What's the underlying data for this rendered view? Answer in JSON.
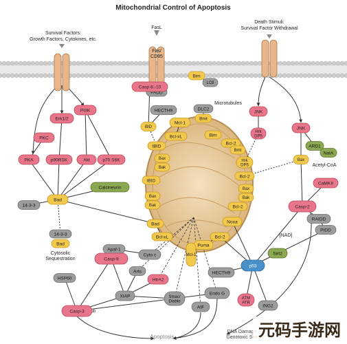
{
  "title": "Mitochondrial Control of Apoptosis",
  "top_labels": {
    "survival_line1": "Survival Factors:",
    "survival_line2": "Growth Factors, Cytokines, etc.",
    "fasl": "FasL",
    "fas": "Fas/",
    "cd95": "CD95",
    "death_line1": "Death Stimuli:",
    "death_line2": "Survival Factor Withdrawal"
  },
  "labels": {
    "microtubules": "Microtubules",
    "cytosolic_line1": "Cytosolic",
    "cytosolic_line2": "Sequestration",
    "nad": "[NAD]",
    "acetyl_coa": "Acetyl-CoA",
    "ub": "ub",
    "dna_line1": "DNA Damage",
    "dna_line2": "Genotoxic Stress",
    "apoptosis": "Apoptosis"
  },
  "nodes": {
    "fadd": "FADD",
    "casp8": "Casp-8,-10",
    "pkc": "PKC",
    "erk": "Erk1/2",
    "pi3k": "PI3K",
    "pka": "PKA",
    "p90rsk": "p90RSK",
    "akt": "Akt",
    "p70s6k": "p70 S6K",
    "bad": "Bad",
    "calcineurin": "Calcineurin",
    "p1433": "14-3-3",
    "seq1433": "14-3-3",
    "seqbad": "Bad",
    "hecth9": "HECTH9",
    "bid": "BID",
    "mcl1": "Mcl-1",
    "bclxl_top": "Bcl-xL",
    "tbid1": "tBID",
    "bax1": "Bax",
    "bak1": "Bak",
    "tbid2": "tBID",
    "bax2": "Bax",
    "bak2": "Bak",
    "bad2": "Bad",
    "bclxl2": "Bcl-xL",
    "bim": "Bim",
    "lc8": "LC8",
    "dlc2": "DLC2",
    "bmt": "Bmt",
    "bim2": "Bim",
    "bcl2_1": "Bcl-2",
    "bmt2": "Bmt",
    "jnk_upper": "JNK",
    "hrk_dp5": "Hrk\nDP5",
    "hrk2": "Hrk\nDP5",
    "bcl2_2": "Bcl-2",
    "bax3": "Bax",
    "bak3": "Bak",
    "bcl2_3": "Bcl-2",
    "noxa": "Noxa",
    "puma": "Puma",
    "bcl2_4": "Bcl-2",
    "jnk_right": "JNK",
    "ard1": "ARD1",
    "nata": "NatA",
    "bax4": "Bax",
    "camkii": "CaMKII",
    "casp2": "Casp-2",
    "raidd": "RAIDD",
    "pidd": "PIDD",
    "sirt2": "Sirt2",
    "p53": "p53",
    "hecth9_2": "HECTH9",
    "endog": "Endo G",
    "aif": "AIF",
    "smac": "Smac/\nDiablo",
    "htra2": "HtrA2",
    "arts": "Arts",
    "xiap": "XIAP",
    "apaf1": "Apaf-1",
    "casp9": "Casp-9",
    "cytoc": "Cyto c",
    "mcl1_2": "Mcl-1",
    "hsp60": "HSP60",
    "casp3": "Casp-3",
    "atm": "ATM\nATR",
    "ing2": "ING2"
  },
  "watermark": "元码手游网",
  "colors": {
    "pink": "#e8758a",
    "gray": "#9c9c9c",
    "yellow": "#f2c94c",
    "green": "#8ca852",
    "blue": "#4a90c8",
    "orange": "#e85c3c",
    "mito": "#ecd3a7",
    "receptor": "#e8b68a",
    "membrane": "#cfcfcf"
  }
}
